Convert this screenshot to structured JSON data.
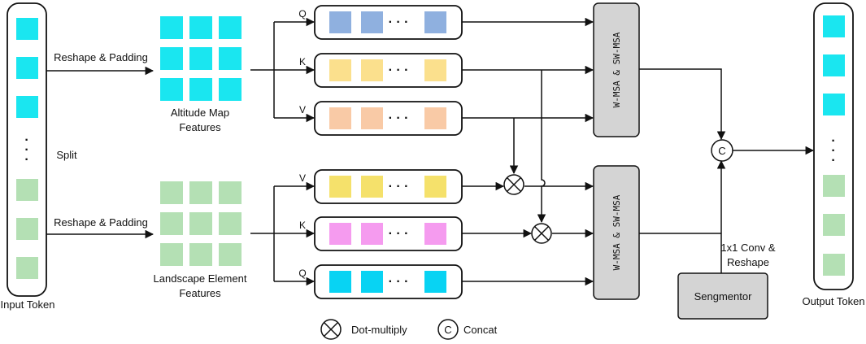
{
  "colors": {
    "cyan": "#1ae6f0",
    "green": "#b4e0b4",
    "blue_q": "#8fb0df",
    "yellow": "#fbe08d",
    "peach": "#f9caa6",
    "yellow2": "#f5e16b",
    "magenta": "#f59bef",
    "cyan_q": "#08d3f3",
    "block_gray": "#d4d4d4",
    "line": "#111111"
  },
  "labels": {
    "input_token": "Input Token",
    "output_token": "Output Token",
    "split": "Split",
    "reshape_top": "Reshape & Padding",
    "reshape_bottom": "Reshape & Padding",
    "altitude_line1": "Altitude Map",
    "altitude_line2": "Features",
    "landscape_line1": "Landscape Element",
    "landscape_line2": "Features",
    "conv_line1": "1x1 Conv &",
    "conv_line2": "Reshape",
    "segmentor": "Sengmentor",
    "msa_top": "W-MSA & SW-MSA",
    "msa_bottom": "W-MSA & SW-MSA"
  },
  "rows_top": [
    {
      "key": "Q",
      "color_key": "blue_q"
    },
    {
      "key": "K",
      "color_key": "yellow"
    },
    {
      "key": "V",
      "color_key": "peach"
    }
  ],
  "rows_bottom": [
    {
      "key": "V",
      "color_key": "yellow2"
    },
    {
      "key": "K",
      "color_key": "magenta"
    },
    {
      "key": "Q",
      "color_key": "cyan_q"
    }
  ],
  "ellipsis": "· · ·",
  "concat_symbol": "C",
  "legend": {
    "dot_multiply": "Dot-multiply",
    "concat": "Concat",
    "concat_symbol": "C"
  }
}
